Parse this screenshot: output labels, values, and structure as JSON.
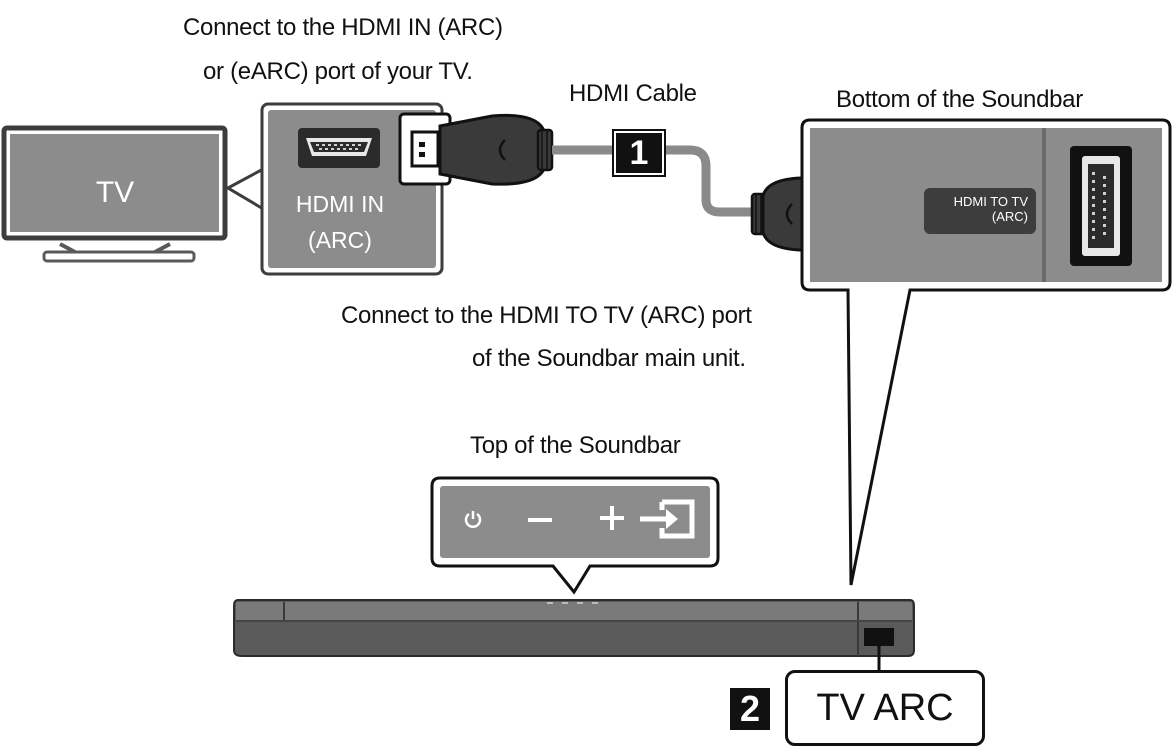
{
  "captions": {
    "connect_tv_line1": "Connect to the HDMI IN (ARC)",
    "connect_tv_line2": "or (eARC) port of your TV.",
    "hdmi_cable": "HDMI Cable",
    "bottom_of_soundbar": "Bottom of the Soundbar",
    "connect_soundbar_line1": "Connect to the HDMI TO TV (ARC) port",
    "connect_soundbar_line2": "of the Soundbar main unit.",
    "top_of_soundbar": "Top of the Soundbar"
  },
  "tv": {
    "label": "TV"
  },
  "tv_port": {
    "line1": "HDMI IN",
    "line2": "(ARC)"
  },
  "soundbar_port": {
    "line1": "HDMI TO TV",
    "line2": "(ARC)"
  },
  "steps": [
    {
      "number": "1"
    },
    {
      "number": "2",
      "label": "TV ARC"
    }
  ],
  "soundbar_buttons": [
    "power-icon",
    "volume-down-icon",
    "volume-up-icon",
    "source-icon"
  ],
  "colors": {
    "panel_gray": "#8c8c8c",
    "dark_gray": "#3d3d3d",
    "cable": "#8a8a8a",
    "black": "#111111"
  }
}
